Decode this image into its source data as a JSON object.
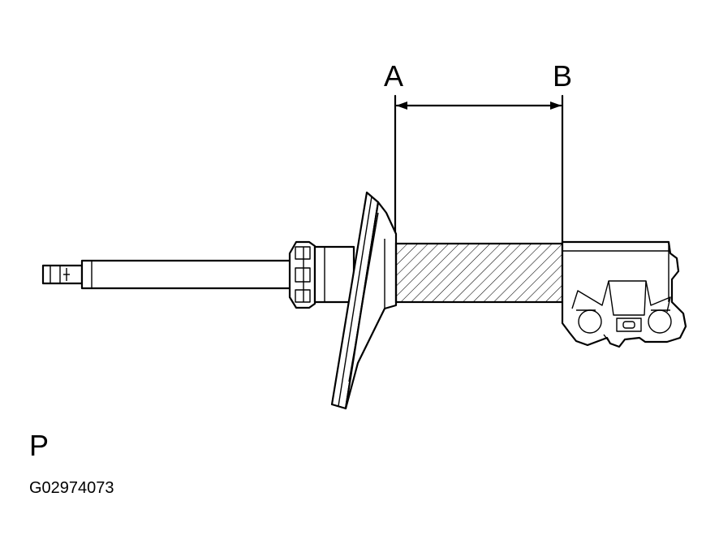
{
  "labels": {
    "marker_a": "A",
    "marker_b": "B",
    "marker_p": "P",
    "figure_code": "G02974073"
  },
  "colors": {
    "ink": "#000000",
    "paper": "#ffffff"
  }
}
